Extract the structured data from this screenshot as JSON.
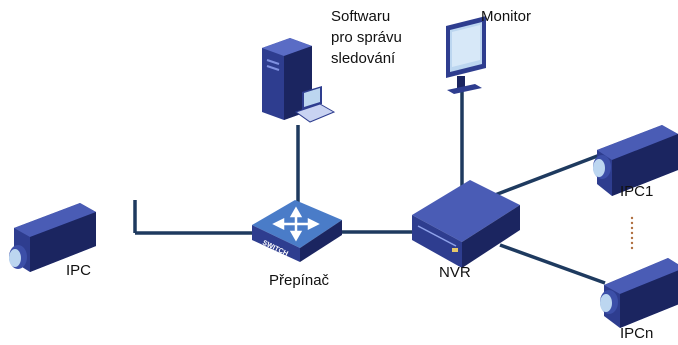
{
  "labels": {
    "software": [
      "Softwaru",
      "pro správu",
      "sledování"
    ],
    "monitor": "Monitor",
    "ipc_left": "IPC",
    "switch": "Přepínač",
    "nvr": "NVR",
    "ipc1": "IPC1",
    "ipcn": "IPCn"
  },
  "switch_text": "SWITCH",
  "colors": {
    "link_line": "#1e3a5f",
    "device_body": "#2e3d8f",
    "device_dark": "#1b2560",
    "lens": "#bcd6f0",
    "switch_face": "#5a8fd8",
    "dots": "#b07040"
  }
}
